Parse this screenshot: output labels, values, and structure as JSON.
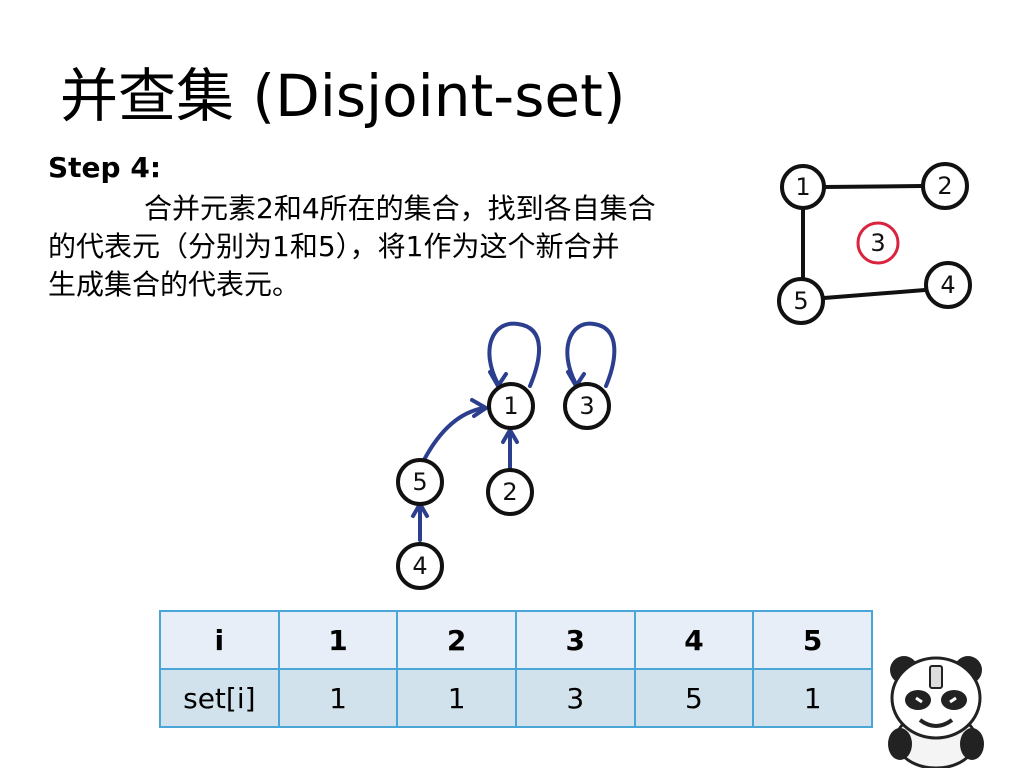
{
  "slide": {
    "title": "并查集 (Disjoint-set)",
    "step_heading": "Step 4:",
    "body_lines": [
      "合并元素2和4所在的集合，找到各自集合",
      "的代表元（分别为1和5），将1作为这个新合并",
      "生成集合的代表元。"
    ]
  },
  "graph": {
    "nodes": [
      "1",
      "2",
      "3",
      "4",
      "5"
    ],
    "edges": [
      [
        "1",
        "2"
      ],
      [
        "1",
        "5"
      ],
      [
        "5",
        "4"
      ]
    ],
    "highlighted_node": "3",
    "highlight_color": "#d8243e"
  },
  "forest": {
    "nodes": [
      "1",
      "3",
      "5",
      "2",
      "4"
    ],
    "parent_links": [
      [
        "1",
        "1"
      ],
      [
        "3",
        "3"
      ],
      [
        "5",
        "1"
      ],
      [
        "2",
        "1"
      ],
      [
        "4",
        "5"
      ]
    ],
    "arrow_color": "#2c3f8e"
  },
  "table": {
    "header": [
      "i",
      "1",
      "2",
      "3",
      "4",
      "5"
    ],
    "row": [
      "set[i]",
      "1",
      "1",
      "3",
      "5",
      "1"
    ]
  }
}
